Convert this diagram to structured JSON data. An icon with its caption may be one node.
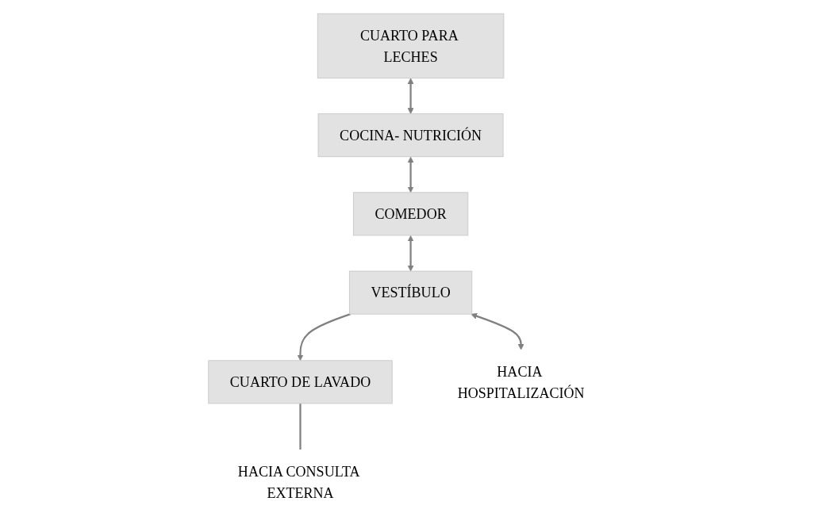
{
  "diagram": {
    "nodes": [
      {
        "text": [
          "CUARTO PARA LECHES"
        ]
      },
      {
        "text": [
          "COCINA- NUTRICIÓN"
        ]
      },
      {
        "text": [
          "COMEDOR"
        ]
      },
      {
        "text": [
          "CUARTO DE LAVADO"
        ]
      },
      {
        "text": [
          "VESTÍBULO"
        ]
      },
      {
        "text": [
          "HACIA HOSPITALIZACIÓN"
        ]
      },
      {
        "text": [
          "HACIA CONSULTA EXTERNA"
        ]
      }
    ],
    "edges": [
      {
        "from": 0,
        "to": 1,
        "arrow": "both"
      },
      {
        "from": 1,
        "to": 2,
        "arrow": "both"
      },
      {
        "from": 2,
        "to": 4,
        "arrow": "both"
      },
      {
        "from": 4,
        "to": 3,
        "arrow": "to"
      },
      {
        "from": 4,
        "to": 5,
        "arrow": "both"
      },
      {
        "from": 3,
        "to": 6,
        "arrow": "none"
      }
    ]
  }
}
